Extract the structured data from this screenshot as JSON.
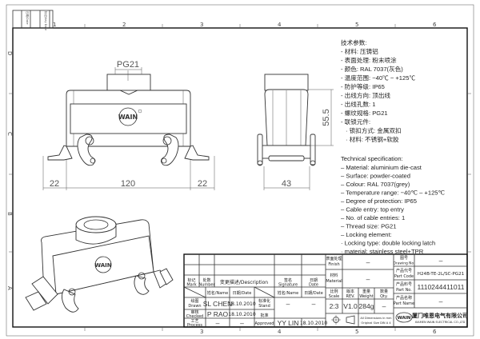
{
  "frame": {
    "zones_top": [
      "1",
      "2",
      "3",
      "4",
      "5",
      "6"
    ],
    "zones_bottom": [
      "3",
      "4",
      "5",
      "6"
    ],
    "zones_left": [
      "D",
      "C",
      "B",
      "A"
    ],
    "revision_box": [
      "日期/Date",
      "标记/Key Date"
    ]
  },
  "front_view": {
    "thread_label": "PG21",
    "dim_left": "22",
    "dim_center": "120",
    "dim_right": "22",
    "logo": "WAIN"
  },
  "side_view": {
    "dim_height": "55.5",
    "dim_width": "43"
  },
  "spec_cn": {
    "title": "技术参数:",
    "lines": [
      "- 材料: 压铸铝",
      "- 表面处理: 粉末喷涂",
      "- 颜色: RAL 7037(灰色)",
      "- 温度范围: −40℃ − +125℃",
      "- 防护等级: IP65",
      "- 出线方向: 顶出线",
      "- 出线孔数: 1",
      "- 螺纹规格: PG21",
      "- 联锁元件:",
      "   · 锁扣方式: 金属双扣",
      "   · 材料: 不锈钢+软胶"
    ]
  },
  "spec_en": {
    "title": "Technical specification:",
    "lines": [
      "– Material: aluminium die-cast",
      "– Surface: powder-coated",
      "– Colour: RAL 7037(grey)",
      "– Temperature range: −40℃ – +125℃",
      "– Degree of protection: IP65",
      "– Cable entry: top entry",
      "– No. of cable entries: 1",
      "– Thread size: PG21",
      "– Locking element:",
      "    · Locking type: double locking latch",
      "    · material: stainless steel+TPR"
    ]
  },
  "title_block": {
    "mark_cn": "标记",
    "mark_en": "Mark",
    "number_cn": "处数",
    "number_en": "Number",
    "description": "变更描述/Description",
    "signature_cn": "签名",
    "signature_en": "Signature",
    "date_cn": "日期",
    "date_en": "Date",
    "name_hdr": "姓名/Name",
    "date_hdr": "日期/Date",
    "name_hdr2": "姓名/Name",
    "date_hdr2": "日期/Date",
    "drawn_cn": "绘图",
    "drawn_en": "Drawn",
    "drawn_name": "SL CHEN",
    "drawn_date": "18.10.2010",
    "checked_cn": "审核",
    "checked_en": "Checked",
    "checked_name": "P RAO",
    "checked_date": "18.10.2010",
    "process_cn": "工艺",
    "process_en": "Process",
    "process_name": "–",
    "process_date": "–",
    "stand_cn": "标准化",
    "stand_en": "Stand",
    "stand_name": "–",
    "stand_date": "–",
    "approved_cn": "批准",
    "approved_en": "Approved",
    "approved_name": "YY LIN",
    "approved_date": "18.10.2010",
    "finish_cn": "表面处理",
    "finish_en": "Finish",
    "finish_value": "–",
    "material_cn": "材料",
    "material_en": "Material",
    "material_value": "–",
    "scale_cn": "比例",
    "scale_en": "Scale",
    "scale_value": "2:3",
    "rev_cn": "版本",
    "rev_en": "REV.",
    "rev_value": "V1.0",
    "weight_cn": "重量",
    "weight_en": "Weight",
    "weight_value": "284g",
    "qty_cn": "数量",
    "qty_en": "Qty.",
    "qty_value": "–",
    "dims_note_1": "All Dimensions in mm",
    "dims_note_2": "Original Size DIN A 4",
    "drawing_no_cn": "图号",
    "drawing_no_en": "Drawing No.",
    "drawing_no_value": "–",
    "part_code_cn": "产品代号",
    "part_code_en": "Part Code",
    "part_code_value": "H24B-TE-2L/SC-PG21",
    "part_no_cn": "产品料号",
    "part_no_en": "Part No.",
    "part_no_value": "1110244411011",
    "part_name_cn": "产品名称",
    "part_name_en": "Part Name",
    "part_name_value": "–",
    "company_logo": "WAIN",
    "company_cn": "厦门唯恩电气有限公司",
    "company_en": "XIAMEN WAIN ELECTRICAL CO.,LTD"
  }
}
